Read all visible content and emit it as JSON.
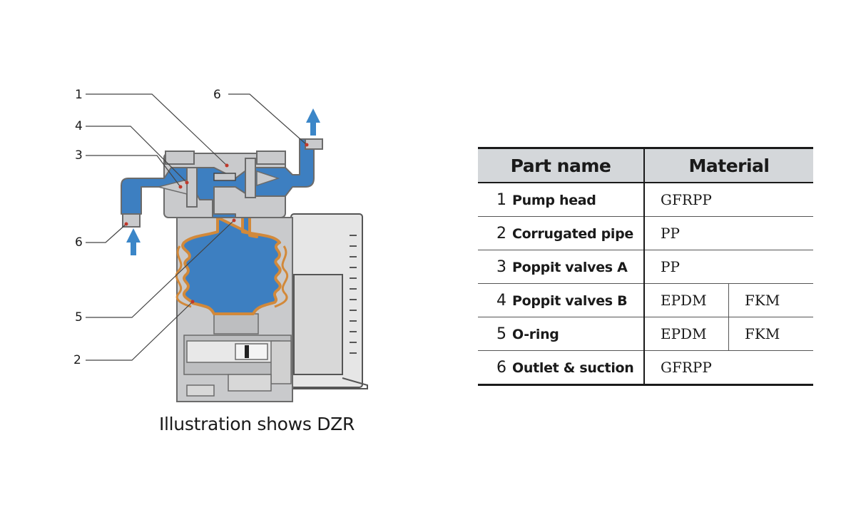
{
  "diagram": {
    "callouts": [
      "1",
      "2",
      "3",
      "4",
      "5",
      "6",
      "6"
    ],
    "caption": "Illustration shows DZR"
  },
  "table": {
    "headers": {
      "part_name": "Part name",
      "material": "Material"
    },
    "rows": [
      {
        "num": "1",
        "name": "Pump head",
        "materials": [
          "GFRPP"
        ]
      },
      {
        "num": "2",
        "name": "Corrugated pipe",
        "materials": [
          "PP"
        ]
      },
      {
        "num": "3",
        "name": "Poppit valves A",
        "materials": [
          "PP"
        ]
      },
      {
        "num": "4",
        "name": "Poppit valves B",
        "materials": [
          "EPDM",
          "FKM"
        ]
      },
      {
        "num": "5",
        "name": "O-ring",
        "materials": [
          "EPDM",
          "FKM"
        ]
      },
      {
        "num": "6",
        "name": "Outlet & suction",
        "materials": [
          "GFRPP"
        ]
      }
    ]
  },
  "colors": {
    "fluid": "#3d7fc1",
    "housing": "#c9cacc",
    "housing_stroke": "#6b6b6b",
    "bellows_ring": "#d2893a",
    "arrow": "#3b86c8",
    "marker": "#c0392b",
    "table_header_bg": "#d4d7da"
  }
}
